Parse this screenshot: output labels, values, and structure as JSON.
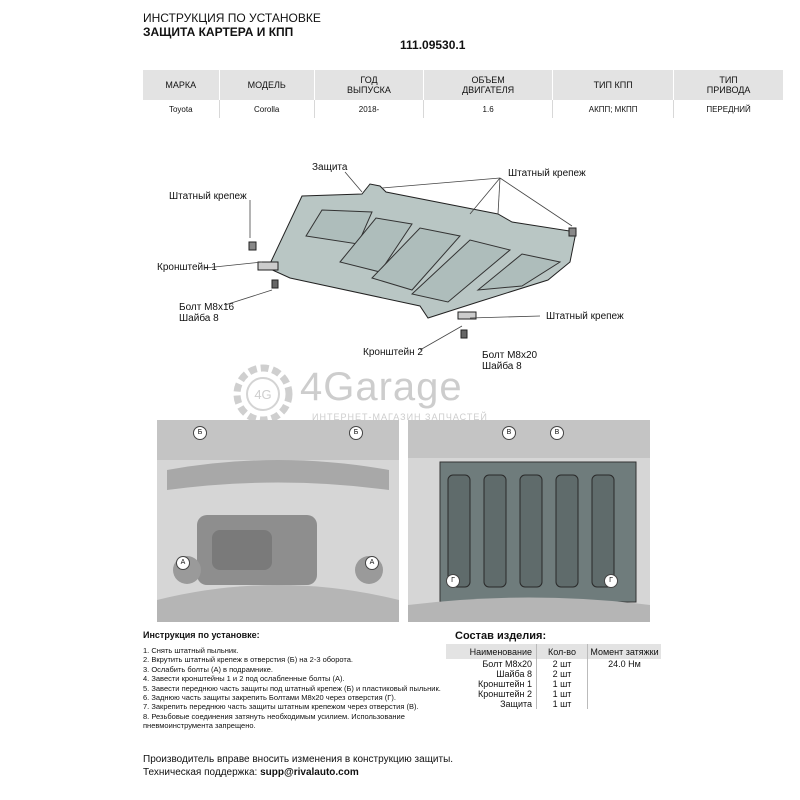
{
  "header": {
    "title_line1": "ИНСТРУКЦИЯ ПО УСТАНОВКЕ",
    "title_line2": "ЗАЩИТА КАРТЕРА И КПП",
    "part_number": "111.09530.1"
  },
  "spec_table": {
    "headers": [
      "МАРКА",
      "МОДЕЛЬ",
      "ГОД\nВЫПУСКА",
      "ОБЪЕМ\nДВИГАТЕЛЯ",
      "ТИП КПП",
      "ТИП\nПРИВОДА"
    ],
    "row": [
      "Toyota",
      "Corolla",
      "2018-",
      "1.6",
      "АКПП; МКПП",
      "ПЕРЕДНИЙ"
    ]
  },
  "diagram_labels": {
    "zashita": "Защита",
    "shtat_top": "Штатный крепеж",
    "shtat_left": "Штатный крепеж",
    "kronshtein1": "Кронштейн 1",
    "bolt16_line1": "Болт М8х16",
    "bolt16_line2": "Шайба 8",
    "shtat_right": "Штатный крепеж",
    "kronshtein2": "Кронштейн 2",
    "bolt20_line1": "Болт М8х20",
    "bolt20_line2": "Шайба 8"
  },
  "watermark": {
    "brand": "4Garage",
    "tagline": "ИНТЕРНЕТ-МАГАЗИН ЗАПЧАСТЕЙ",
    "logo_text": "4G"
  },
  "photo_markers": {
    "left": [
      "Б",
      "Б",
      "А",
      "А"
    ],
    "right": [
      "В",
      "В",
      "Г",
      "Г"
    ]
  },
  "instructions": {
    "title": "Инструкция по установке:",
    "steps": [
      "1. Снять штатный пыльник.",
      "2. Вкрутить штатный крепеж в отверстия (Б) на 2-3 оборота.",
      "3. Ослабить болты (А) в подрамнике.",
      "4. Завести кронштейны 1 и 2 под ослабленные болты (А).",
      "5. Завести переднюю часть защиты под штатный крепеж (Б) и пластиковый пыльник.",
      "6. Заднюю часть защиты закрепить Болтами М8х20 через отверстия (Г).",
      "7. Закрепить переднюю часть защиты штатным крепежом через отверстия (В).",
      "8. Резьбовые соединения затянуть необходимым усилием. Использование пневмоинструмента запрещено."
    ]
  },
  "composition": {
    "title": "Состав изделия:",
    "headers": [
      "Наименование",
      "Кол-во",
      "Момент затяжки"
    ],
    "rows": [
      [
        "Болт М8х20",
        "2 шт",
        "24.0 Нм"
      ],
      [
        "Шайба 8",
        "2 шт",
        ""
      ],
      [
        "Кронштейн 1",
        "1 шт",
        ""
      ],
      [
        "Кронштейн 2",
        "1 шт",
        ""
      ],
      [
        "Защита",
        "1 шт",
        ""
      ]
    ]
  },
  "footer": {
    "line1": "Производитель вправе вносить изменения в конструкцию защиты.",
    "support_label": "Техническая поддержка:",
    "support_email": "supp@rivalauto.com"
  },
  "colors": {
    "table_header_bg": "#e3e3e3",
    "plate_fill": "#b9c6c4",
    "photo_bg": "#d9d9d9",
    "watermark": "#c8c8c8"
  }
}
